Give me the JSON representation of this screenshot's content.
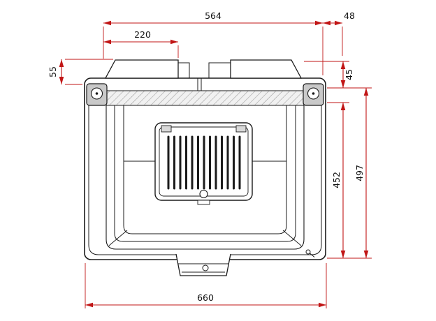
{
  "drawing": {
    "subject": "stove-insert-top-view",
    "dimensions": {
      "top_width": "564",
      "top_right_inset": "48",
      "top_left_partial": "220",
      "left_panel_height": "55",
      "right_top_inset": "45",
      "right_inner_height": "452",
      "right_total_height": "497",
      "bottom_width": "660"
    }
  },
  "colors": {
    "dimension": "#c11616",
    "outline": "#1b1b1b",
    "hatch": "#9a9a9a",
    "block_fill": "#c9c9c9",
    "background": "#ffffff"
  }
}
